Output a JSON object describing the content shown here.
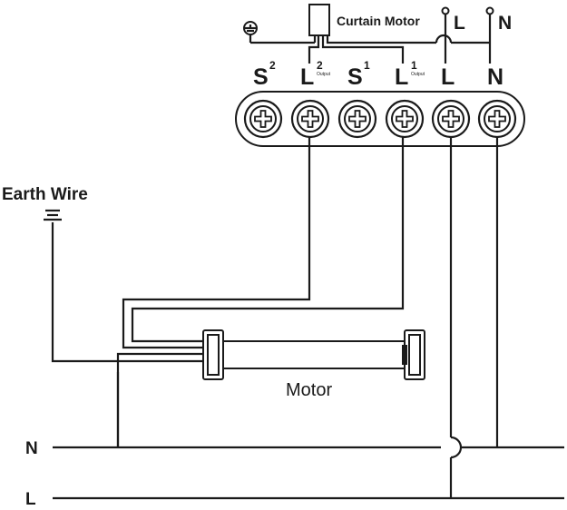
{
  "labels": {
    "curtain_motor": "Curtain Motor",
    "supply_l": "L",
    "supply_n": "N",
    "earth_wire": "Earth Wire",
    "motor": "Motor",
    "line_n": "N",
    "line_l": "L"
  },
  "terminals": [
    {
      "main": "S",
      "sup": "2",
      "sub": ""
    },
    {
      "main": "L",
      "sup": "2",
      "sub": "Output"
    },
    {
      "main": "S",
      "sup": "1",
      "sub": ""
    },
    {
      "main": "L",
      "sup": "1",
      "sub": "Output"
    },
    {
      "main": "L",
      "sup": "",
      "sub": ""
    },
    {
      "main": "N",
      "sup": "",
      "sub": ""
    }
  ],
  "icons": {
    "ground": "earth-ground-icon",
    "screw": "screw-terminal-icon"
  }
}
